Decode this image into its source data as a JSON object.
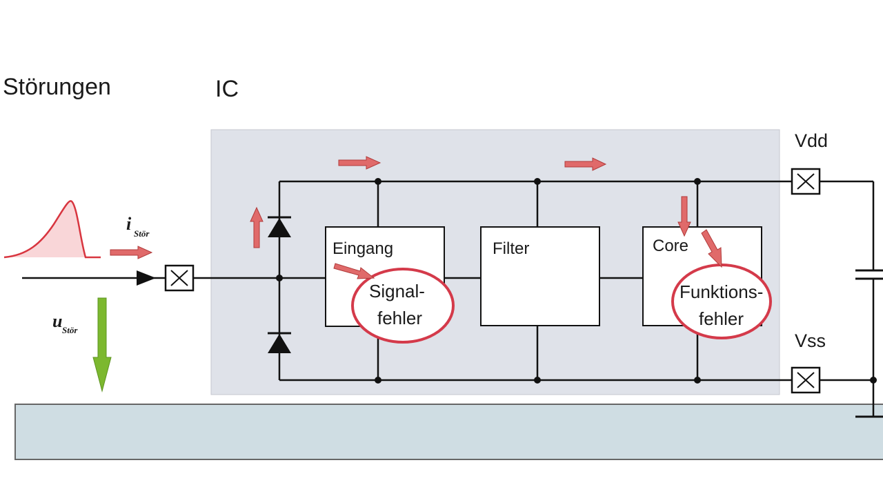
{
  "labels": {
    "stoerungen": "Störungen",
    "ic": "IC",
    "vdd": "Vdd",
    "vss": "Vss",
    "i_symbol": "i",
    "i_sub": "Stör",
    "u_symbol": "u",
    "u_sub": "Stör"
  },
  "blocks": {
    "eingang": "Eingang",
    "filter": "Filter",
    "core": "Core"
  },
  "errors": {
    "signal_line1": "Signal-",
    "signal_line2": "fehler",
    "funktion_line1": "Funktions-",
    "funktion_line2": "fehler"
  },
  "colors": {
    "ic_background": "#dfe2e9",
    "ground_plane": "#cfdde3",
    "red_arrow": "#e06a6a",
    "error_outline": "#d43a4a",
    "green_arrow": "#7cb82f",
    "pulse_fill": "#f9d6d8",
    "pulse_stroke": "#d8353f"
  }
}
